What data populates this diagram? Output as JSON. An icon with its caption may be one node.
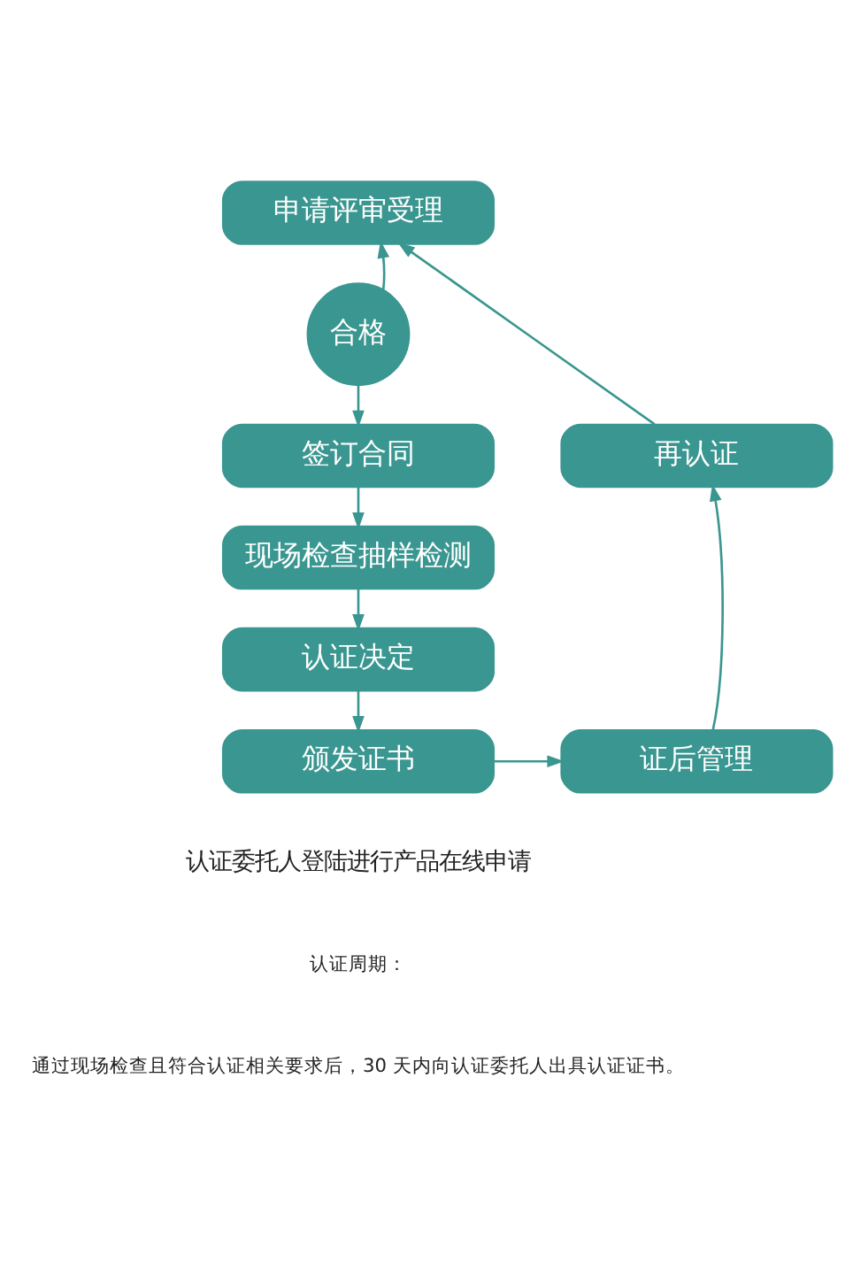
{
  "diagram": {
    "nodes": [
      {
        "text": [
          "申请评审受理"
        ]
      },
      {
        "text": [
          "合格"
        ]
      },
      {
        "text": [
          "签订合同"
        ]
      },
      {
        "text": [
          "再认证"
        ]
      },
      {
        "text": [
          "现场检查抽样检测"
        ]
      },
      {
        "text": [
          "认证决定"
        ]
      },
      {
        "text": [
          "颁发证书"
        ]
      },
      {
        "text": [
          "证后管理"
        ]
      }
    ],
    "edges": [
      {
        "from": 1,
        "to": 0,
        "arrow": "to"
      },
      {
        "from": 1,
        "to": 2,
        "arrow": "to"
      },
      {
        "from": 2,
        "to": 4,
        "arrow": "to"
      },
      {
        "from": 4,
        "to": 5,
        "arrow": "to"
      },
      {
        "from": 5,
        "to": 6,
        "arrow": "to"
      },
      {
        "from": 6,
        "to": 7,
        "arrow": "to"
      },
      {
        "from": 7,
        "to": 3,
        "arrow": "to"
      },
      {
        "from": 3,
        "to": 0,
        "arrow": "to"
      }
    ],
    "labels": [
      "认证委托人登陆进行产品在线申请",
      "认证周期：",
      "通过现场检查且符合认证相关要求后，30 天内向认证委托人出具认证证书。"
    ]
  }
}
